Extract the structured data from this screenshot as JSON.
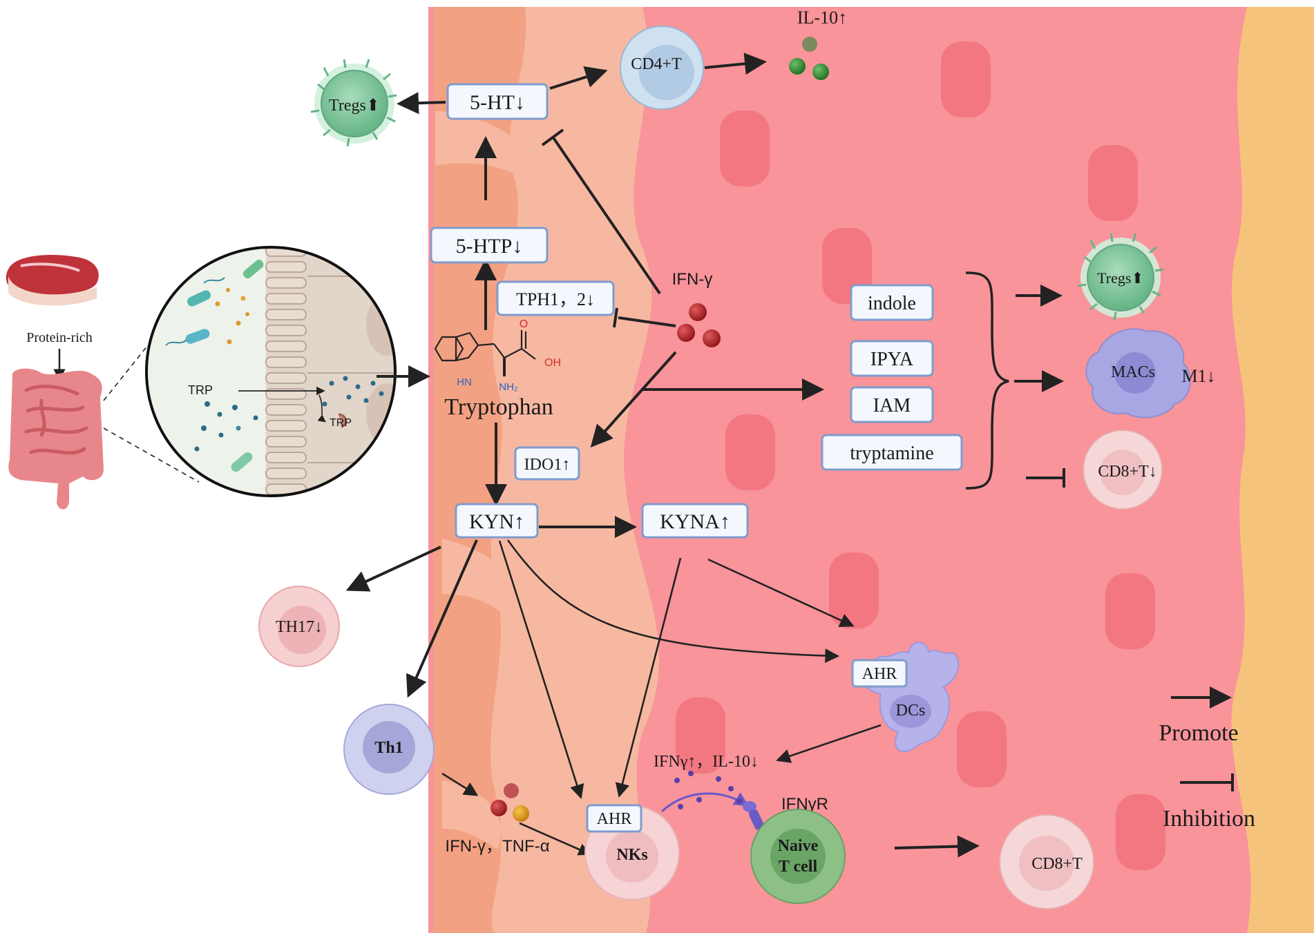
{
  "diagram": {
    "boxes": {
      "ht": "5-HT↓",
      "htp": "5-HTP↓",
      "tph": "TPH1，2↓",
      "ido": "IDO1↑",
      "kyn": "KYN↑",
      "kyna": "KYNA↑",
      "indole": "indole",
      "ipya": "IPYA",
      "iam": "IAM",
      "tryptamine": "tryptamine",
      "ahr_dc": "AHR",
      "ahr_nk": "AHR"
    },
    "cells": {
      "tregs_left": "Tregs⬆",
      "cd4t": "CD4+T",
      "tregs_right": "Tregs⬆",
      "macs": "MACs",
      "cd8t_mid": "CD8+T↓",
      "th17": "TH17↓",
      "th1": "Th1",
      "dcs": "DCs",
      "nks": "NKs",
      "naive_line1": "Naive",
      "naive_line2": "T cell",
      "cd8t_bottom": "CD8+T"
    },
    "labels": {
      "il10_top": "IL-10↑",
      "ifng": "IFN-γ",
      "m1": "M1↓",
      "protein_rich": "Protein-rich",
      "trp_main": "TRP",
      "trp_small": "TRP",
      "tryptophan": "Tryptophan",
      "ifng_tnfa": "IFN-γ，TNF-α",
      "ifng_il10": "IFNγ↑，IL-10↓",
      "ifngr": "IFNγR",
      "nh2": "NH₂",
      "oh": "OH",
      "o": "O",
      "hn": "HN"
    },
    "legend": {
      "promote": "Promote",
      "inhibition": "Inhibition"
    }
  },
  "colors": {
    "tissue_pink": "#f8949a",
    "epithelium_peach": "#f7b8a1",
    "outer_layer": "#f3a183",
    "serosa_orange": "#f6c37c",
    "box_border": "#7f9ccd",
    "box_fill": "#f4f8fe",
    "tregs_green": "#7fc79c",
    "cd4_blue": "#b7d3ea",
    "mac_purple": "#a8a7e4",
    "cd8_pink": "#f6cfcf",
    "naive_green": "#7fb47a",
    "cytokine_red": "#b4262a",
    "cytokine_green": "#3e9b3f"
  }
}
